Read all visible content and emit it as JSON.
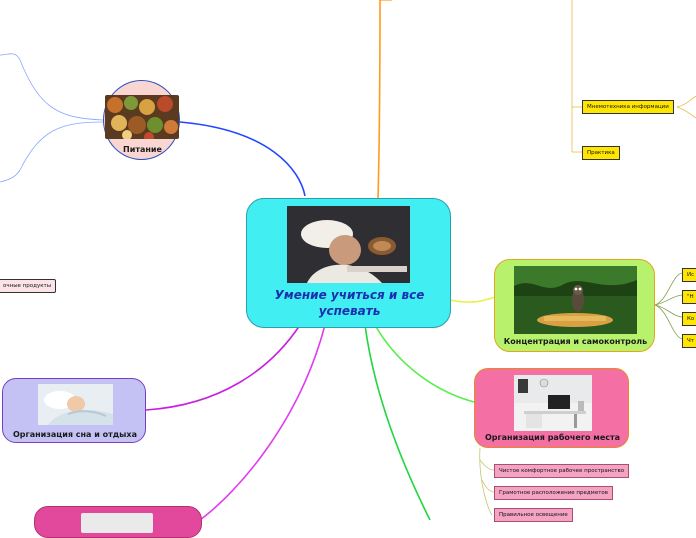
{
  "center": {
    "title": "Умение учиться и все успевать"
  },
  "nodes": {
    "nutrition": "Питание",
    "concentration": "Концентрация и самоконтроль",
    "workplace": "Организация рабочего места",
    "sleep": "Организация сна и отдыха"
  },
  "tags": {
    "mnemonics": "Мнемотехника информации",
    "practice": "Практика",
    "products": "очные продукты",
    "conc_1": "Ис",
    "conc_2": "\"Н",
    "conc_3": "Ко",
    "conc_4": "Чт",
    "work_1": "Чистое комфортное рабочее пространство",
    "work_2": "Грамотное расположение предметов",
    "work_3": "Правильное освещение"
  },
  "colors": {
    "center_fill": "#41eef1",
    "nutrition_fill": "#f9d6d1",
    "concentration_fill": "#b8f26d",
    "workplace_fill": "#f36fa4",
    "sleep_fill": "#c4c2f5",
    "bottom_fill": "#e2489b",
    "yellow_tag": "#ffe600",
    "pink_tag": "#f4a3c3"
  },
  "icons": [
    "chef-photo",
    "food-photo",
    "cartoon-character-photo",
    "desk-photo",
    "sleeping-child-photo"
  ]
}
